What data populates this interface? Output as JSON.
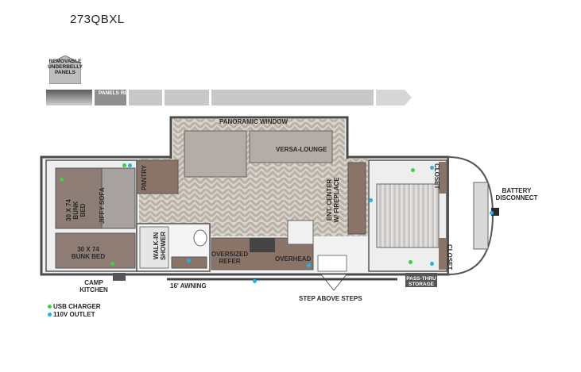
{
  "model": "273QBXL",
  "badge": {
    "text": "REMOVABLE UNDERBELLY PANELS",
    "icon": "arrow-up-icon"
  },
  "panels": {
    "label": "PANELS REPEAT"
  },
  "labels": {
    "panoramic_window": "PANORAMIC WINDOW",
    "versa_lounge": "VERSA-LOUNGE",
    "pantry": "PANTRY",
    "jiffy_sofa": "JIFFY SOFA",
    "bunk_top": "30 x 74 BUNK BED",
    "bunk_bottom": "30 x 74 BUNK BED",
    "walk_in_shower": "WALK-IN SHOWER",
    "oversized_refer": "OVERSIZED REFER",
    "overhead": "OVERHEAD",
    "ent_center": "ENT. CENTER W/ FIREPLACE",
    "closet_top": "CLOSET",
    "closet_bottom": "CLOSET",
    "battery": "BATTERY DISCONNECT",
    "camp_kitchen": "CAMP KITCHEN",
    "awning": "16' AWNING",
    "step": "STEP ABOVE STEPS",
    "pass_thru": "PASS-THRU STORAGE"
  },
  "legend": [
    {
      "label": "USB CHARGER",
      "color": "#3ecf4a"
    },
    {
      "label": "110V OUTLET",
      "color": "#1fb3e6"
    }
  ]
}
